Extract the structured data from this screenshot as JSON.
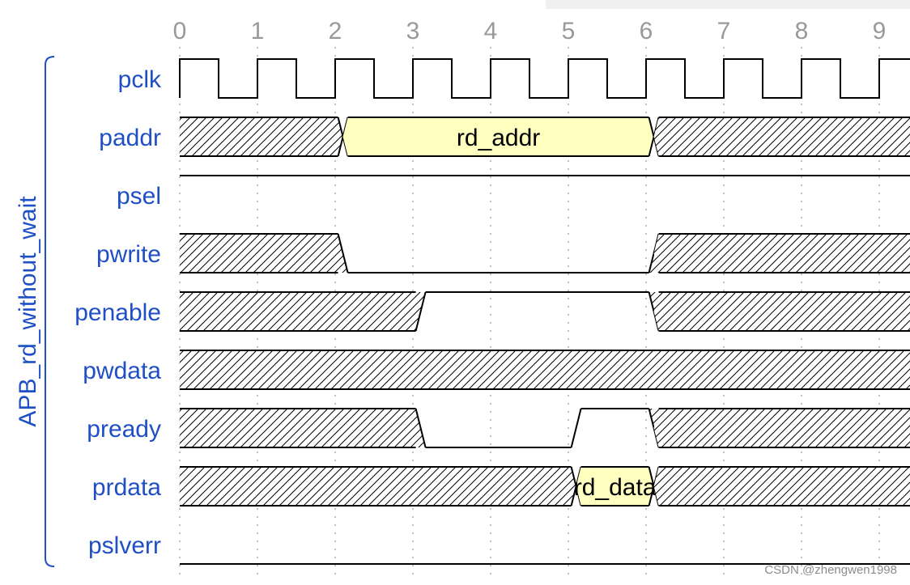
{
  "group_label": "APB_rd_without_wait",
  "ticks": [
    "0",
    "1",
    "2",
    "3",
    "4",
    "5",
    "6",
    "7",
    "8",
    "9"
  ],
  "colors": {
    "label": "#1f4fc4",
    "tick": "#999999",
    "bus_fill": "#ffffc0",
    "line": "#000000",
    "hatch_bg": "#ffffff"
  },
  "signals": [
    {
      "name": "pclk",
      "wave": "clock"
    },
    {
      "name": "paddr",
      "segments": [
        {
          "from": 0,
          "to": 2.1,
          "kind": "x"
        },
        {
          "from": 2.1,
          "to": 6.1,
          "kind": "bus",
          "value": "rd_addr"
        },
        {
          "from": 6.1,
          "to": 9.4,
          "kind": "x"
        }
      ]
    },
    {
      "name": "psel",
      "segments": [
        {
          "from": 0,
          "to": 9.4,
          "kind": "high"
        }
      ]
    },
    {
      "name": "pwrite",
      "segments": [
        {
          "from": 0,
          "to": 2.1,
          "kind": "x"
        },
        {
          "from": 2.1,
          "to": 6.1,
          "kind": "low"
        },
        {
          "from": 6.1,
          "to": 9.4,
          "kind": "x"
        }
      ]
    },
    {
      "name": "penable",
      "segments": [
        {
          "from": 0,
          "to": 3.1,
          "kind": "x"
        },
        {
          "from": 3.1,
          "to": 6.1,
          "kind": "high"
        },
        {
          "from": 6.1,
          "to": 9.4,
          "kind": "x"
        }
      ]
    },
    {
      "name": "pwdata",
      "segments": [
        {
          "from": 0,
          "to": 9.4,
          "kind": "x"
        }
      ]
    },
    {
      "name": "pready",
      "segments": [
        {
          "from": 0,
          "to": 3.1,
          "kind": "x"
        },
        {
          "from": 3.1,
          "to": 5.1,
          "kind": "low"
        },
        {
          "from": 5.1,
          "to": 6.1,
          "kind": "high"
        },
        {
          "from": 6.1,
          "to": 9.4,
          "kind": "x"
        }
      ]
    },
    {
      "name": "prdata",
      "segments": [
        {
          "from": 0,
          "to": 5.1,
          "kind": "x"
        },
        {
          "from": 5.1,
          "to": 6.1,
          "kind": "bus",
          "value": "rd_data"
        },
        {
          "from": 6.1,
          "to": 9.4,
          "kind": "x"
        }
      ]
    },
    {
      "name": "pslverr",
      "segments": [
        {
          "from": 0,
          "to": 9.4,
          "kind": "low"
        }
      ]
    }
  ],
  "watermark": "CSDN @zhengwen1998"
}
